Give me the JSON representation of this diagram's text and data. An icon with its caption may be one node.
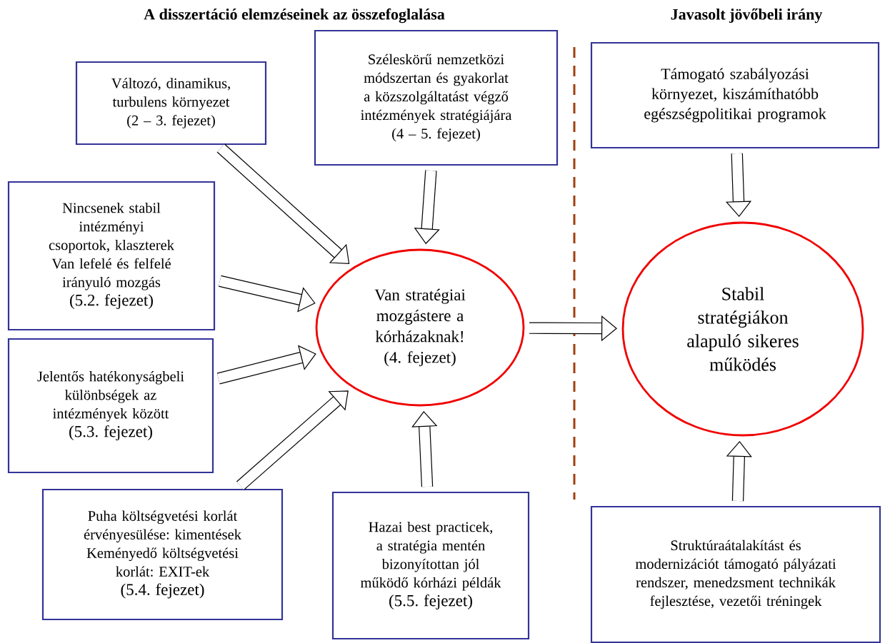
{
  "diagram": {
    "nodes": [
      {
        "text": [
          "Változó, dinamikus, turbulens környezet",
          "(2 – 3. fejezet)"
        ]
      },
      {
        "text": [
          "Széleskörű nemzetközi módszertan és gyakorlat a közszolgáltatást végző intézmények stratégiájára",
          "(4 – 5. fejezet)"
        ]
      },
      {
        "text": [
          "Nincsenek stabil intézményi csoportok, klaszterek",
          "Van lefelé és felfelé irányuló mozgás",
          "(5.2. fejezet)"
        ]
      },
      {
        "text": [
          "Jelentős hatékonyságbeli különbségek az intézmények között",
          "(5.3. fejezet)"
        ]
      },
      {
        "text": [
          "Puha költségvetési korlát érvényesülése: kimentések",
          "Keményedő költségvetési korlát: EXIT-ek",
          "(5.4. fejezet)"
        ]
      },
      {
        "text": [
          "Hazai best practicek, a stratégia mentén bizonyítottan jól működő kórházi példák",
          "(5.5. fejezet)"
        ]
      },
      {
        "text": [
          "Van stratégiai mozgástere a kórházaknak!",
          "(4. fejezet)"
        ]
      },
      {
        "text": [
          "Támogató szabályozási környezet, kiszámíthatóbb egészségpolitikai programok"
        ]
      },
      {
        "text": [
          "Stabil stratégiákon alapuló sikeres működés"
        ]
      },
      {
        "text": [
          "Struktúraátalakítást és modernizációt támogató pályázati rendszer, menedzsment technikák fejlesztése, vezetői tréningek"
        ]
      }
    ],
    "edges": [
      {
        "from": 0,
        "to": 6,
        "arrow": "to"
      },
      {
        "from": 1,
        "to": 6,
        "arrow": "to"
      },
      {
        "from": 2,
        "to": 6,
        "arrow": "to"
      },
      {
        "from": 3,
        "to": 6,
        "arrow": "to"
      },
      {
        "from": 4,
        "to": 6,
        "arrow": "to"
      },
      {
        "from": 5,
        "to": 6,
        "arrow": "to"
      },
      {
        "from": 6,
        "to": 8,
        "arrow": "to"
      },
      {
        "from": 7,
        "to": 8,
        "arrow": "to"
      },
      {
        "from": 9,
        "to": 8,
        "arrow": "to"
      }
    ],
    "labels": [
      "A disszertáció elemzéseinek az összefoglalása",
      "Javasolt jövőbeli irány"
    ]
  }
}
